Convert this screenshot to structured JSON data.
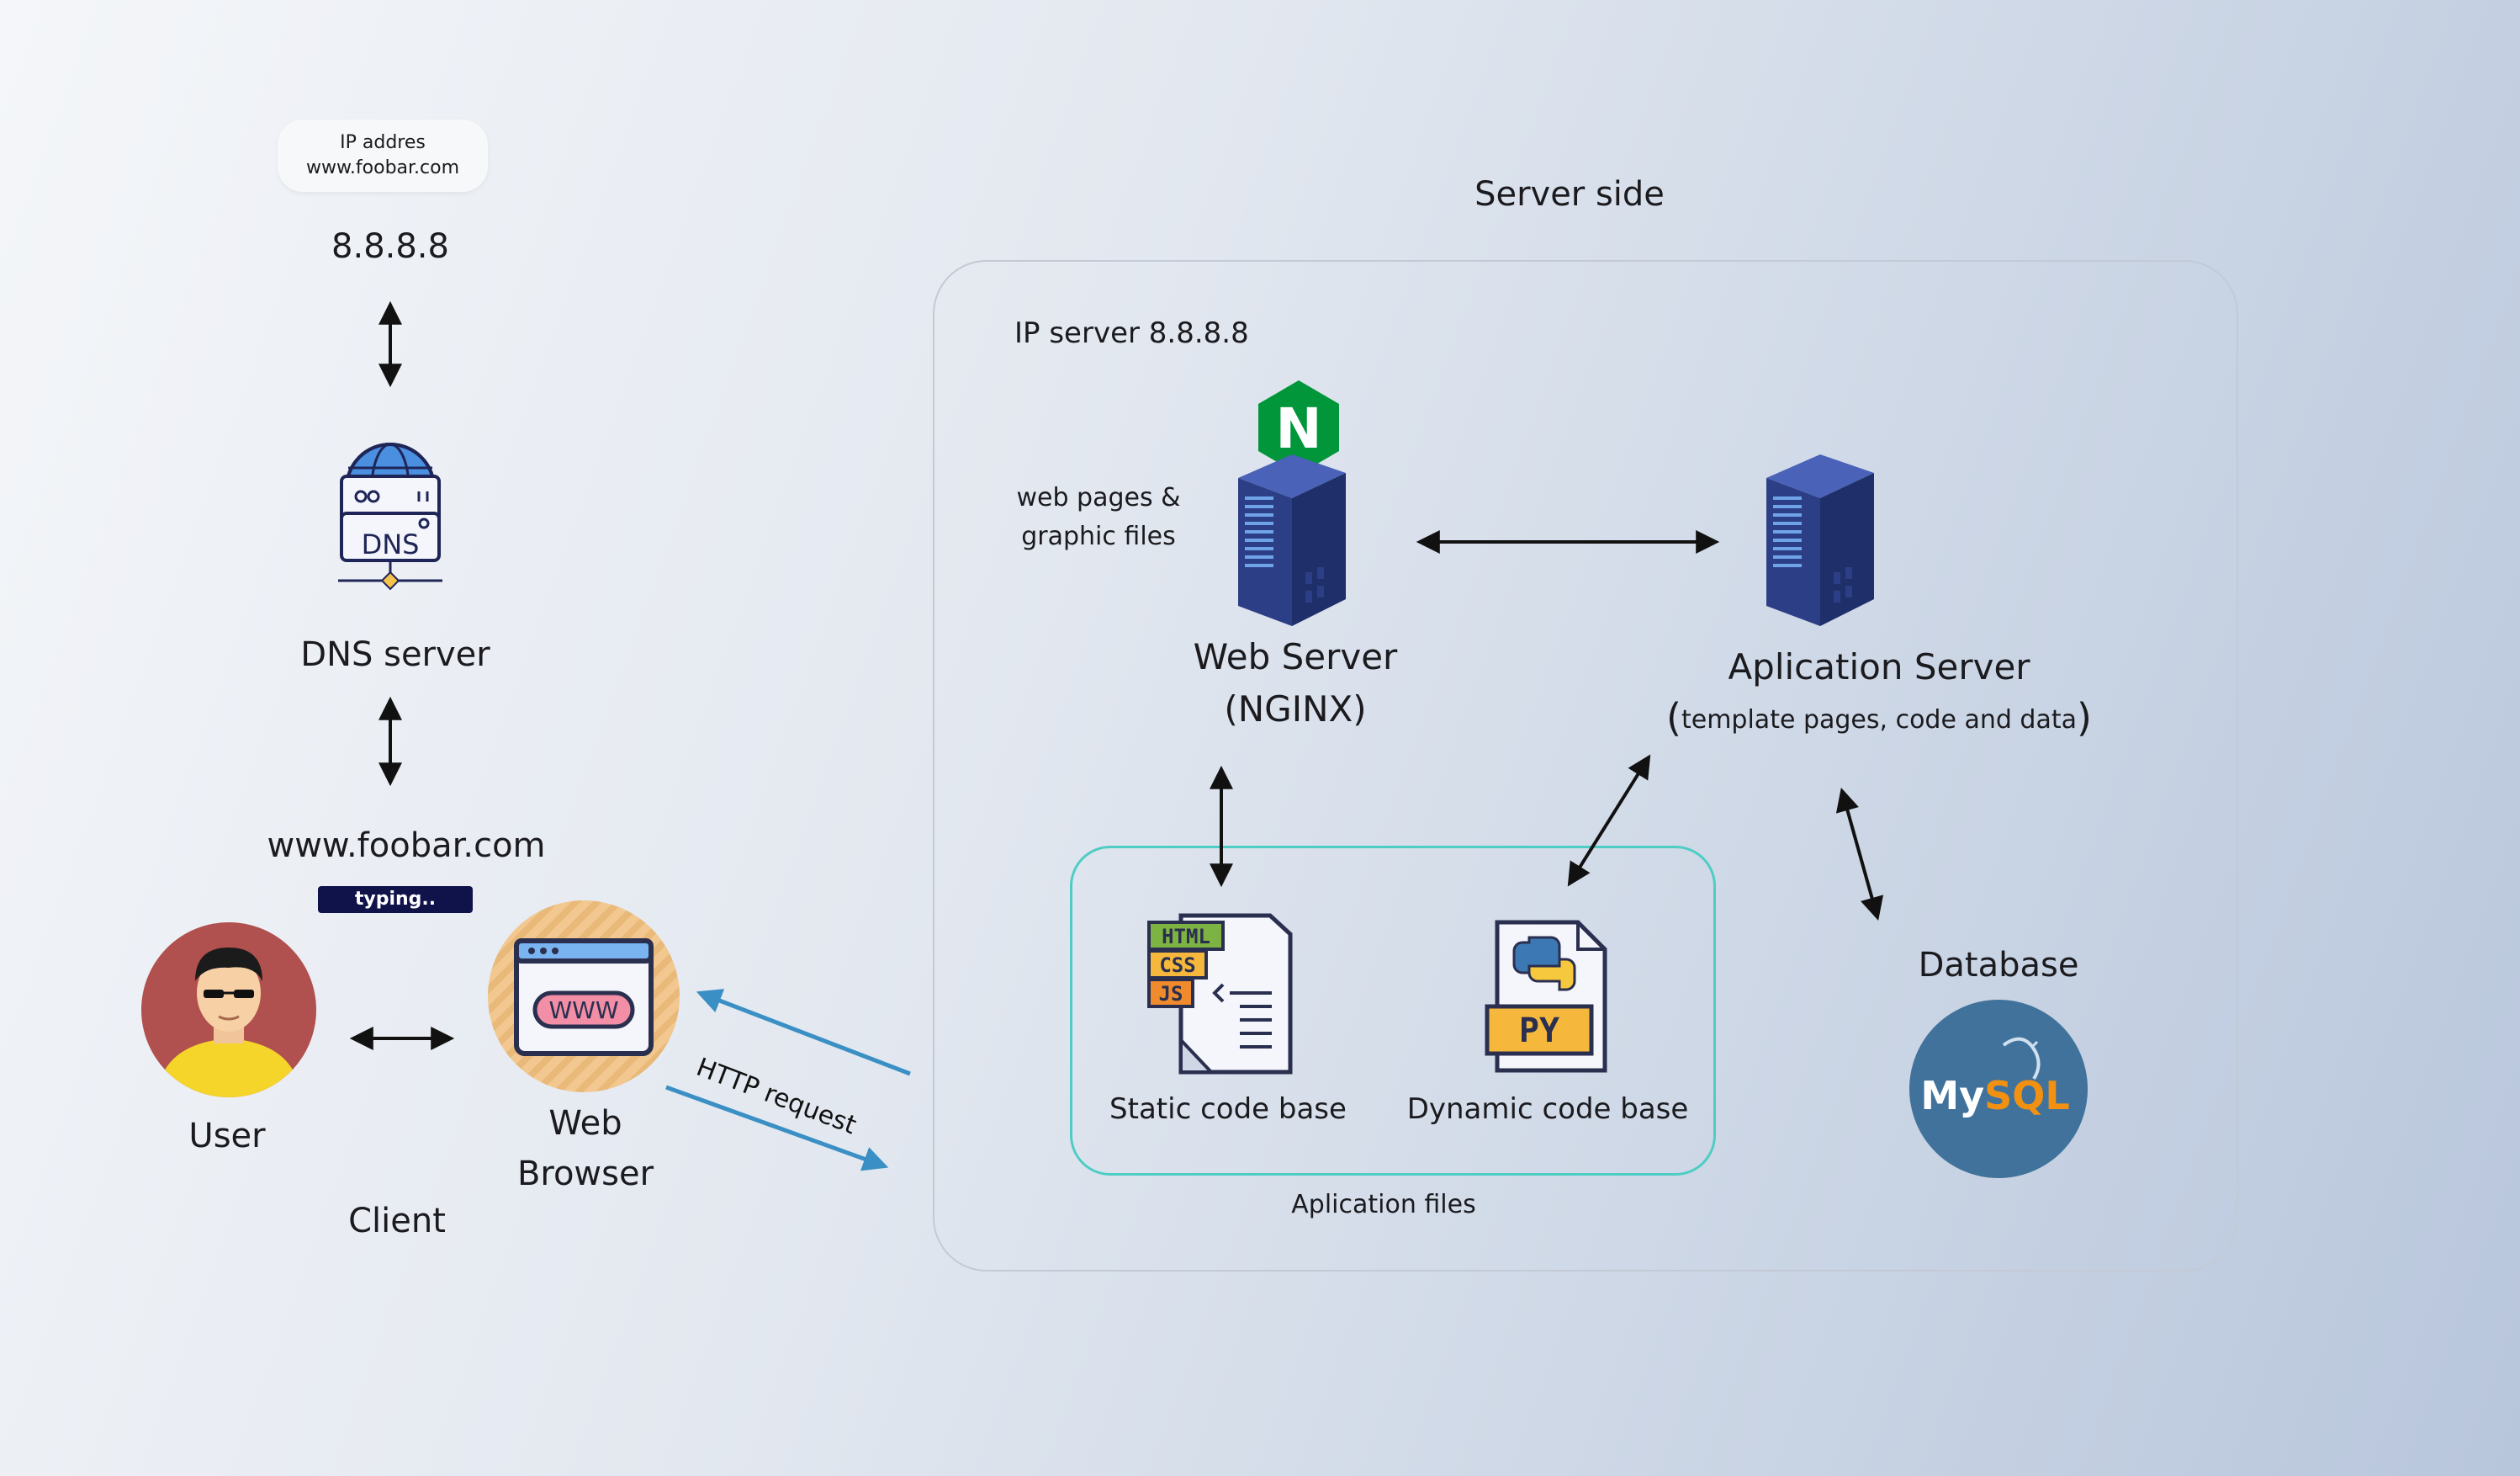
{
  "dns": {
    "bubble_line1": "IP addres",
    "bubble_line2": "www.foobar.com",
    "ip": "8.8.8.8",
    "server_label": "DNS server",
    "icon_text": "DNS"
  },
  "client": {
    "url": "www.foobar.com",
    "typing": "typing..",
    "user_label": "User",
    "browser_line1": "Web",
    "browser_line2": "Browser",
    "browser_icon_text": "WWW",
    "section_label": "Client",
    "http_label": "HTTP request"
  },
  "server": {
    "section_title": "Server side",
    "ip_label": "IP server 8.8.8.8",
    "web_pages_line1": "web pages &",
    "web_pages_line2": "graphic files",
    "web_server_line1": "Web Server",
    "web_server_line2": "(NGINX)",
    "app_server_line1": "Aplication Server",
    "app_server_line2": "template pages, code and data",
    "static_label": "Static code base",
    "dynamic_label": "Dynamic code base",
    "files_label": "Aplication files",
    "database_label": "Database",
    "nginx_letter": "N",
    "html_tag": "HTML",
    "css_tag": "CSS",
    "js_tag": "JS",
    "py_tag": "PY",
    "mysql_my": "My",
    "mysql_sql": "SQL"
  },
  "colors": {
    "arrow": "#111111",
    "http_arrow": "#3a8fc4",
    "files_border": "#4ecdc4",
    "nginx_green": "#009639",
    "server_blue": "#2c3f86",
    "mysql_bg": "#41729b",
    "mysql_orange": "#f29111",
    "typing_bg": "#10124a",
    "user_bg": "#b0504f",
    "browser_bg": "#f2c890"
  }
}
